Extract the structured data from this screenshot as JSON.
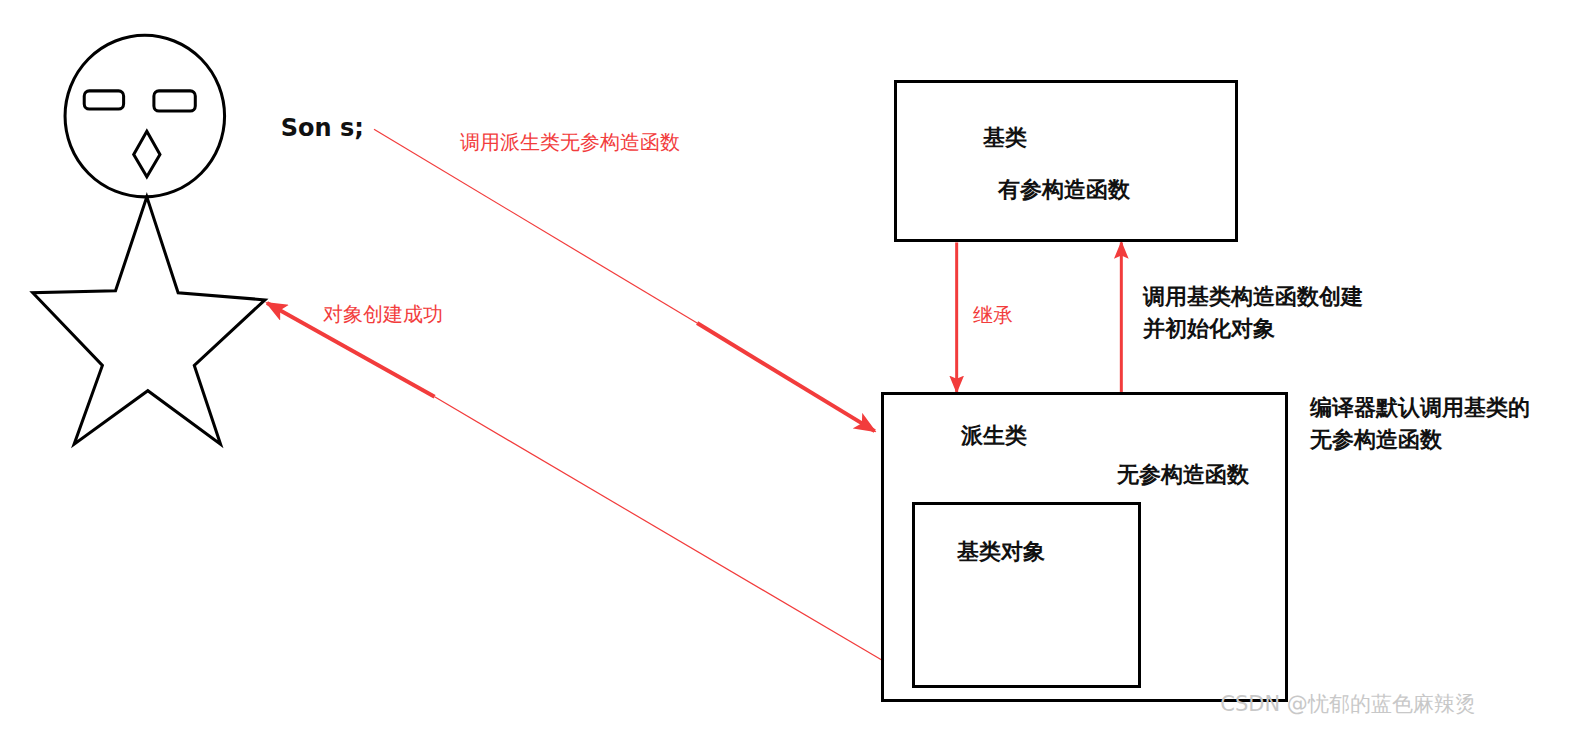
{
  "diagram": {
    "nodes": [
      {
        "text": [
          "基类",
          "有参构造函数"
        ]
      },
      {
        "text": [
          "派生类",
          "无参构造函数"
        ]
      },
      {
        "text": [
          "基类对象"
        ],
        "in": 1
      }
    ],
    "edges": [
      {
        "from": 0,
        "to": 1,
        "arrow": "to",
        "label": "继承"
      },
      {
        "from": 1,
        "to": 0,
        "arrow": "to",
        "label": "调用基类构造函数创建并初始化对象"
      }
    ],
    "labels": [
      "Son s;",
      "调用派生类无参构造函数",
      "对象创建成功",
      "编译器默认调用基类的无参构造函数",
      "CSDN @忧郁的蓝色麻辣烫"
    ]
  }
}
